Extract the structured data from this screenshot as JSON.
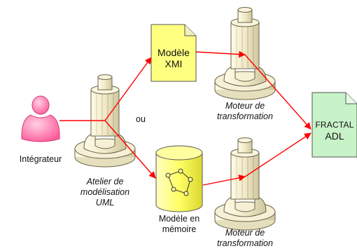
{
  "labels": {
    "integrator": "Intégrateur",
    "or": "ou",
    "uml_workshop": [
      "Atelier de",
      "modélisation",
      "UML"
    ],
    "xmi_model": [
      "Modèle",
      "XMI"
    ],
    "memory_model": [
      "Modèle en",
      "mémoire"
    ],
    "engine_top": [
      "Moteur de",
      "transformation"
    ],
    "engine_bottom": [
      "Moteur de",
      "transformation"
    ],
    "fractal_adl": [
      "FRACTAL",
      "ADL"
    ]
  },
  "colors": {
    "arrow": "#ff0000",
    "pillar_fill": "#f3edcf",
    "pillar_stroke": "#6b6648",
    "xmi_doc": "#ffff80",
    "adl_doc": "#c8f2c8",
    "db_cylinder": "#ffff66",
    "person": "#ff66a3"
  },
  "icons": [
    "person-icon",
    "pillar-icon",
    "document-icon",
    "database-icon",
    "graph-icon"
  ]
}
